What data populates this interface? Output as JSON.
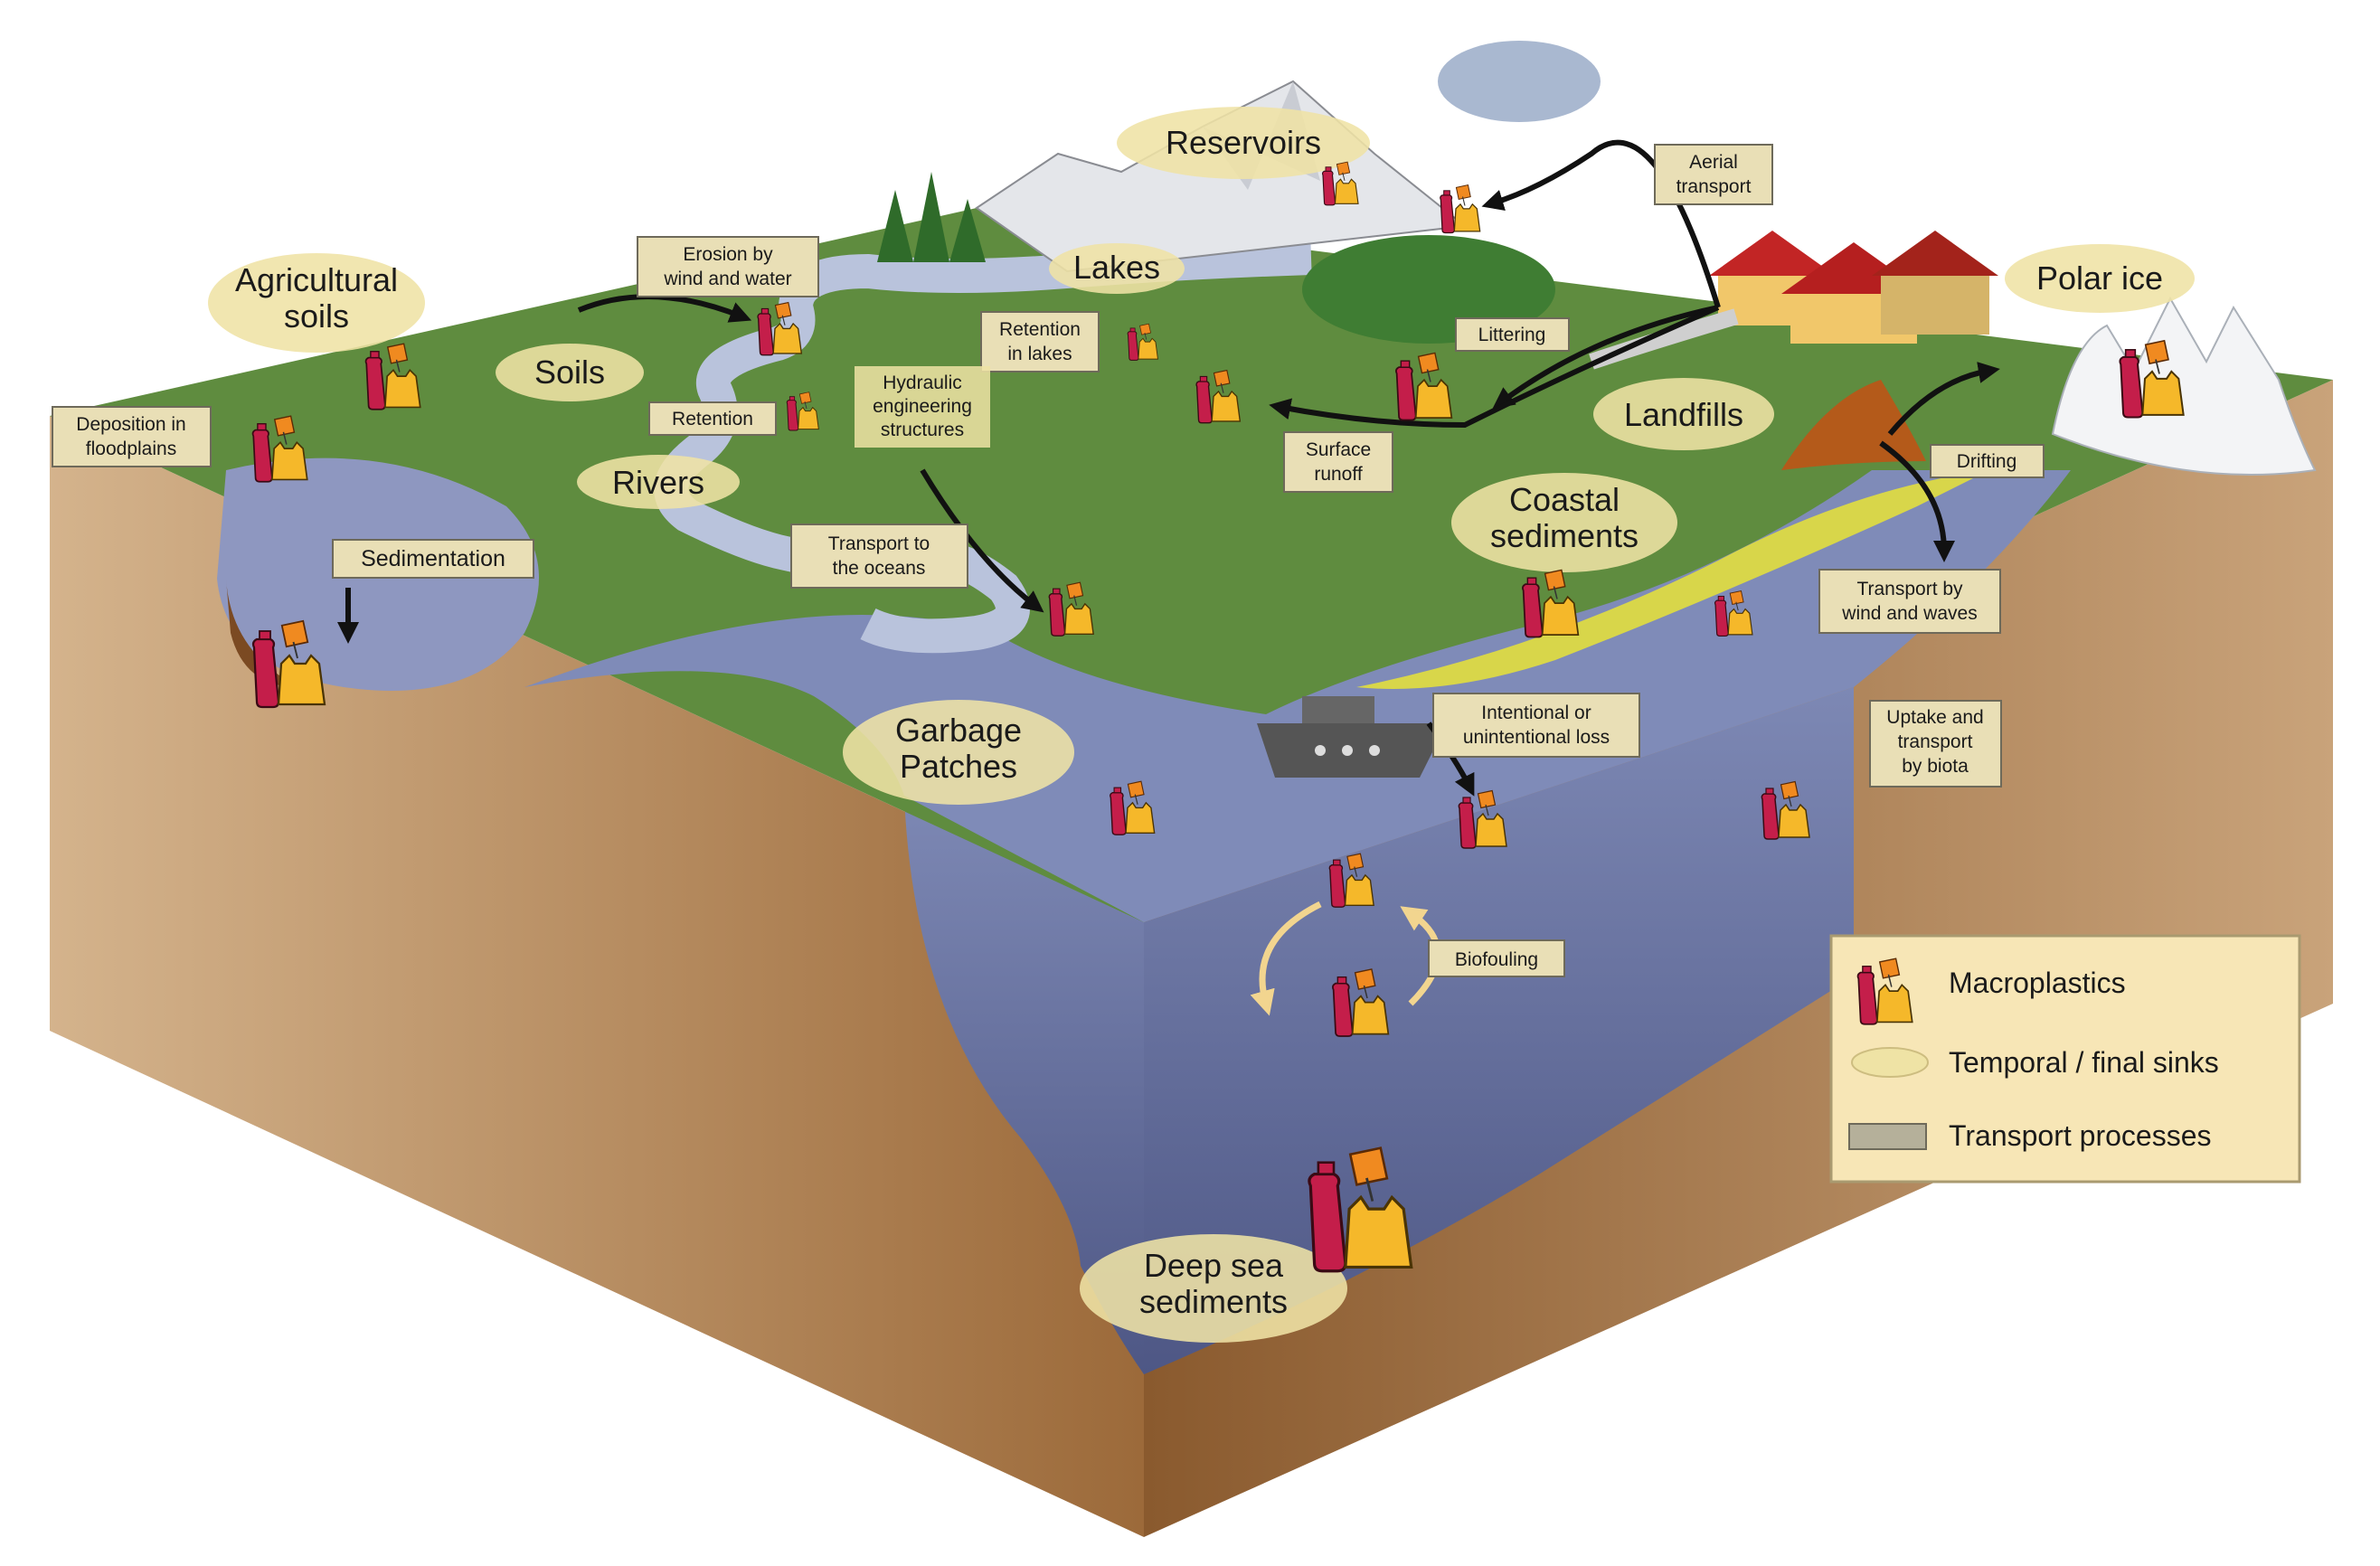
{
  "sinks": {
    "reservoirs": "Reservoirs",
    "lakes": "Lakes",
    "agricultural_soils": [
      "Agricultural",
      "soils"
    ],
    "soils": "Soils",
    "rivers": "Rivers",
    "landfills": "Landfills",
    "polar_ice": "Polar ice",
    "coastal_sediments": [
      "Coastal",
      "sediments"
    ],
    "garbage_patches": [
      "Garbage",
      "Patches"
    ],
    "deep_sea_sediments": [
      "Deep sea",
      "sediments"
    ]
  },
  "processes": {
    "aerial_transport": [
      "Aerial",
      "transport"
    ],
    "erosion": [
      "Erosion by",
      "wind and water"
    ],
    "retention_in_lakes": [
      "Retention",
      "in lakes"
    ],
    "littering": "Littering",
    "hydraulic": [
      "Hydraulic",
      "engineering",
      "structures"
    ],
    "retention": "Retention",
    "deposition": [
      "Deposition in",
      "floodplains"
    ],
    "surface_runoff": [
      "Surface",
      "runoff"
    ],
    "drifting": "Drifting",
    "sedimentation": "Sedimentation",
    "transport_to_oceans": [
      "Transport to",
      "the oceans"
    ],
    "transport_wind_waves": [
      "Transport by",
      "wind and waves"
    ],
    "intentional_loss": [
      "Intentional or",
      "unintentional loss"
    ],
    "uptake_biota": [
      "Uptake and",
      "transport",
      "by biota"
    ],
    "biofouling": "Biofouling"
  },
  "legend": {
    "macroplastics": "Macroplastics",
    "sinks": "Temporal / final sinks",
    "transport": "Transport processes"
  },
  "colors": {
    "land": "#5f8c3f",
    "water": "#8e9bc2",
    "deep_water": "#5c6690",
    "soil_side": "#b88a5c",
    "sink_ellipse": "#efe3a5",
    "process_box": "#e9dfb6",
    "bottle": "#c41e4a",
    "bag": "#f5b82a",
    "tag": "#f08a20"
  }
}
